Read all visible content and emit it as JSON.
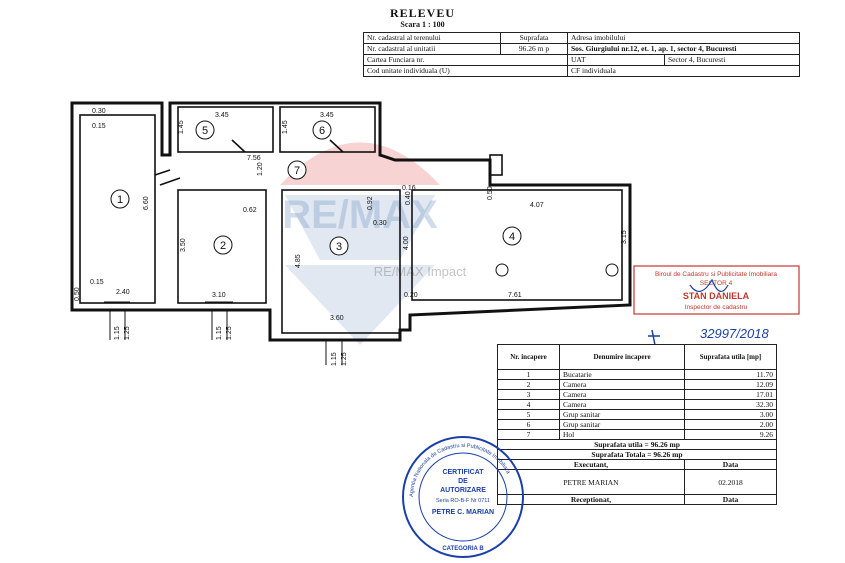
{
  "header": {
    "title": "RELEVEU",
    "scale": "Scara 1 : 100",
    "rows": [
      [
        "Nr. cadastral al terenului",
        "Suprafata",
        "Adresa imobilului",
        ""
      ],
      [
        "Nr. cadastral al unitatii",
        "96.26 m p",
        "Sos. Giurgiului nr.12, et. 1, ap. 1, sector 4, Bucuresti",
        ""
      ],
      [
        "Cartea Funciara nr.",
        "",
        "UAT",
        "Sector 4, Bucuresti"
      ],
      [
        "Cod unitate individuala (U)",
        "",
        "CF individuala",
        ""
      ]
    ]
  },
  "watermark": {
    "logo": "RE/MAX",
    "text": "RE/MAX Impact",
    "color": "#e03a3e"
  },
  "plan": {
    "dimensions": {
      "d_0_30a": "0.30",
      "d_0_15a": "0.15",
      "d_3_45a": "3.45",
      "d_3_45b": "3.45",
      "d_1_45a": "1.45",
      "d_1_45b": "1.45",
      "d_7_56": "7.56",
      "d_1_20": "1.20",
      "d_6_60": "6.60",
      "d_0_62": "0.62",
      "d_0_92": "0.92",
      "d_0_30b": "0.30",
      "d_0_16": "0.16",
      "d_0_40": "0.40",
      "d_0_50": "0.50",
      "d_4_07": "4.07",
      "d_3_15": "3.15",
      "d_3_50": "3.50",
      "d_4_85": "4.85",
      "d_4_00": "4.00",
      "d_0_15b": "0.15",
      "d_0_50b": "0.50",
      "d_2_40": "2.40",
      "d_3_10": "3.10",
      "d_3_60": "3.60",
      "d_7_61": "7.61",
      "d_0_20": "0.20",
      "w1a": "1.15",
      "w1b": "1.25",
      "w2a": "1.15",
      "w2b": "1.25",
      "w3a": "1.15",
      "w3b": "1.25"
    },
    "rooms": [
      "1",
      "2",
      "3",
      "4",
      "5",
      "6",
      "7"
    ]
  },
  "stamp_ancpi": {
    "line1": "Biroul de Cadastru si Publicitate Imobiliara",
    "line2": "SECTOR 4",
    "name": "STAN DANIELA",
    "role": "Inspector de cadastru",
    "number": "32997/2018"
  },
  "legend": {
    "headers": [
      "Nr. incapere",
      "Denumire incapere",
      "Suprafata utila [mp]"
    ],
    "rows": [
      [
        "1",
        "Bucatarie",
        "11.70"
      ],
      [
        "2",
        "Camera",
        "12.09"
      ],
      [
        "3",
        "Camera",
        "17.01"
      ],
      [
        "4",
        "Camera",
        "32.30"
      ],
      [
        "5",
        "Grup sanitar",
        "3.00"
      ],
      [
        "6",
        "Grup sanitar",
        "2.00"
      ],
      [
        "7",
        "Hol",
        "9.26"
      ]
    ],
    "total_util": "Suprafata utila = 96.26 mp",
    "total_totala": "Suprafata Totala = 96.26 mp",
    "executant_label": "Executant,",
    "date_label": "Data",
    "executant_name": "PETRE MARIAN",
    "executant_date": "02.2018",
    "receptionat_label": "Receptionat,",
    "receptionat_date_label": "Data"
  },
  "stamp_round": {
    "outer": "Agentia Nationala de Cadastru si Publicitate Imobiliara",
    "l1": "CERTIFICAT",
    "l2": "DE",
    "l3": "AUTORIZARE",
    "l4": "Seria RO-B-F Nr 0711",
    "l5": "PETRE C. MARIAN",
    "l6": "CATEGORIA B",
    "color": "#1a3fa8"
  }
}
